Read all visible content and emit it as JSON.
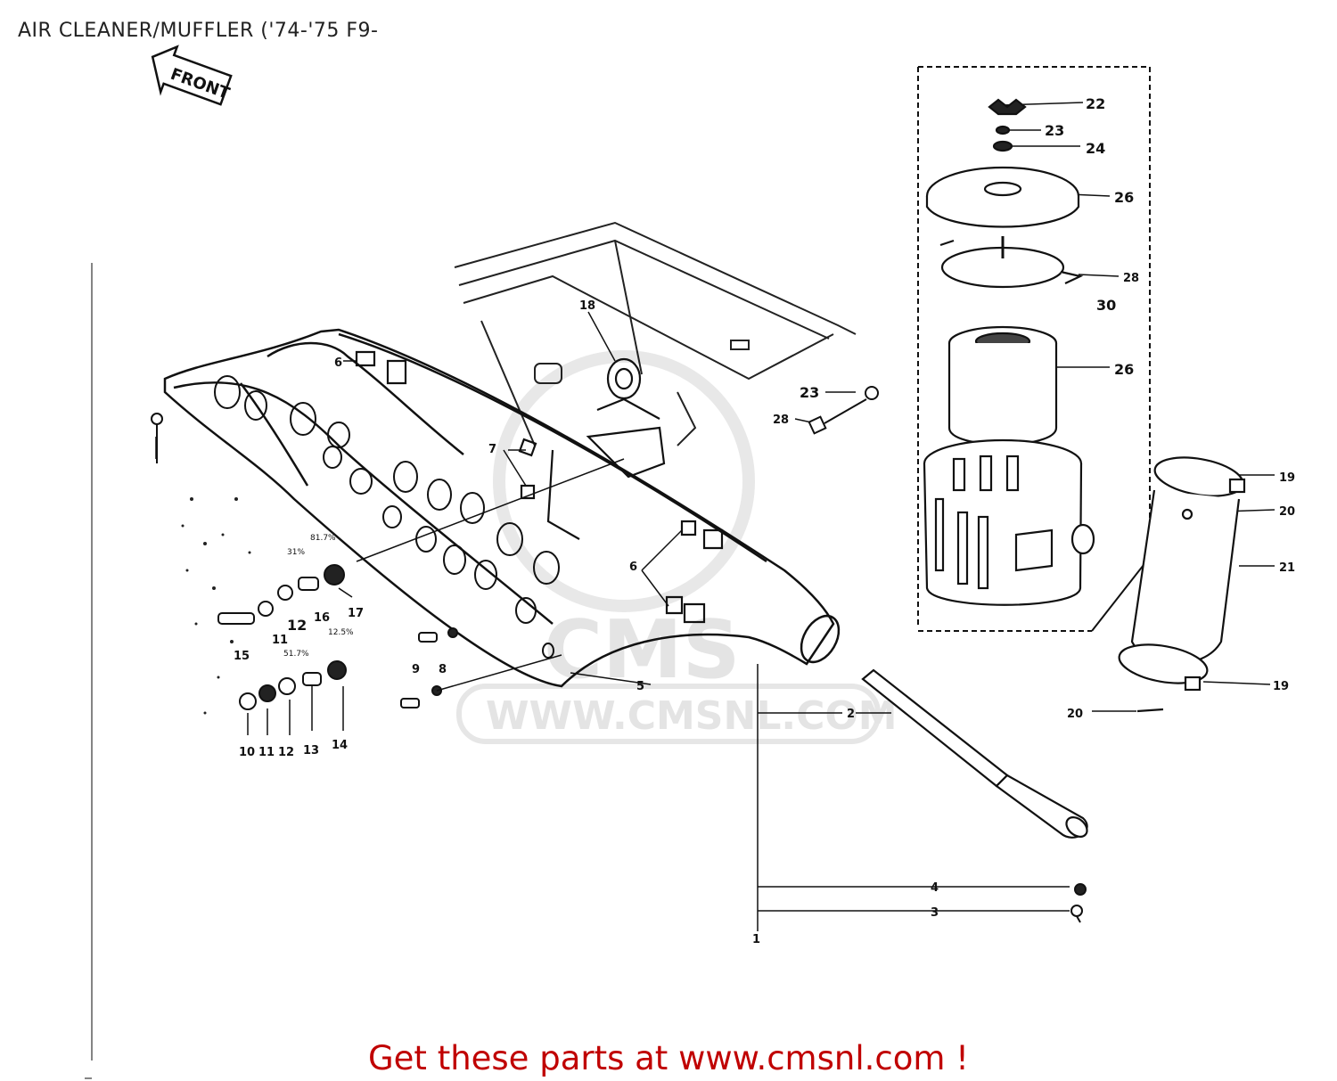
{
  "page_title": "AIR CLEANER/MUFFLER ('74-'75 F9-",
  "front_label": "FRONT",
  "watermark_text": "WWW.CMSNL.COM",
  "footer_link": "Get these parts at www.cmsnl.com !",
  "colors": {
    "footer": "#c00000",
    "line": "#111111",
    "watermark": "#e4e4e4"
  },
  "callouts": {
    "c22": "22",
    "c23a": "23",
    "c24": "24",
    "c26a": "26",
    "c28a": "28",
    "c30": "30",
    "c26b": "26",
    "c23b": "23",
    "c28b": "28",
    "c19a": "19",
    "c20a": "20",
    "c21": "21",
    "c19b": "19",
    "c20b": "20",
    "c18": "18",
    "c6a": "6",
    "c7": "7",
    "c6b": "6",
    "c5": "5",
    "c2": "2",
    "c4": "4",
    "c3": "3",
    "c1": "1",
    "c9": "9",
    "c8": "8",
    "c12": "12",
    "c16": "16",
    "c17": "17",
    "c15": "15",
    "c11": "11",
    "c10b": "10",
    "c11b": "11",
    "c12b": "12",
    "c13b": "13",
    "c14": "14"
  },
  "percent_notes": {
    "p1": "31%",
    "p2": "81.7%",
    "p3": "12.5%",
    "p4": "51.7%"
  }
}
